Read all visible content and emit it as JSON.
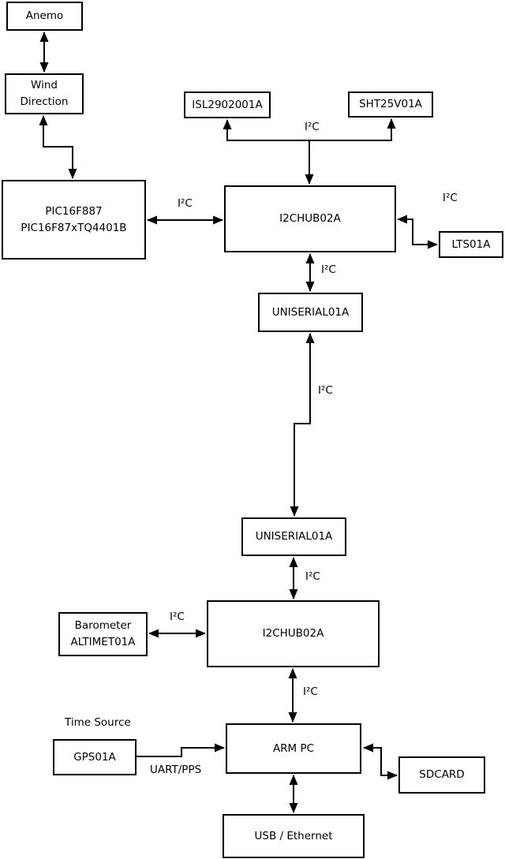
{
  "colors": {
    "background": "#ffffff",
    "line": "#000000",
    "box_fill": "#ffffff"
  },
  "nodes": {
    "anemo": {
      "label": "Anemo"
    },
    "wind_direction": {
      "label": "Wind\nDirection"
    },
    "pic": {
      "label": "PIC16F887\nPIC16F87xTQ4401B"
    },
    "isl": {
      "label": "ISL2902001A"
    },
    "sht": {
      "label": "SHT25V01A"
    },
    "i2chub_upper": {
      "label": "I2CHUB02A"
    },
    "lts": {
      "label": "LTS01A"
    },
    "uniserial_upper": {
      "label": "UNISERIAL01A"
    },
    "uniserial_lower": {
      "label": "UNISERIAL01A"
    },
    "i2chub_lower": {
      "label": "I2CHUB02A"
    },
    "barometer": {
      "label": "Barometer\nALTIMET01A"
    },
    "arm_pc": {
      "label": "ARM PC"
    },
    "gps": {
      "label": "GPS01A"
    },
    "sdcard": {
      "label": "SDCARD"
    },
    "usb_ethernet": {
      "label": "USB / Ethernet"
    }
  },
  "edge_labels": {
    "bus_sensors": "I²C",
    "pic_hub": "I²C",
    "hub_lts": "I²C",
    "hub_uniserial": "I²C",
    "uniserial_link": "I²C",
    "uniserial_hub_lower": "I²C",
    "barometer_hub": "I²C",
    "hub_arm": "I²C",
    "gps_arm": "UART/PPS",
    "time_source": "Time Source"
  }
}
